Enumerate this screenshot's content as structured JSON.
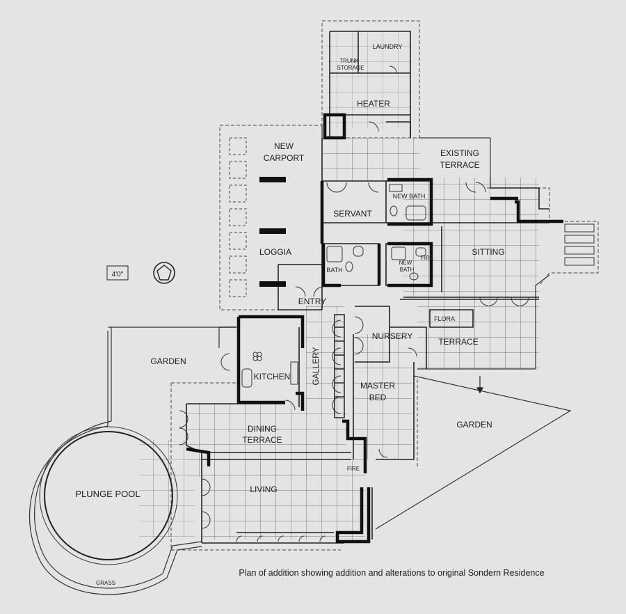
{
  "caption": "Plan of addition showing addition and alterations to original Sondern Residence",
  "scale_note": "4'0\"",
  "rooms": {
    "laundry": "LAUNDRY",
    "trunk_storage_1": "TRUNK",
    "trunk_storage_2": "STORAGE",
    "heater": "HEATER",
    "new_carport_1": "NEW",
    "new_carport_2": "CARPORT",
    "existing_terrace_1": "EXISTING",
    "existing_terrace_2": "TERRACE",
    "new_bath_top": "NEW BATH",
    "servant": "SERVANT",
    "loggia": "LOGGIA",
    "bath": "BATH",
    "new_bath_1": "NEW",
    "new_bath_2": "BATH",
    "fire_sitting": "FIRE",
    "sitting": "SITTING",
    "entry": "ENTRY",
    "flora": "FLORA",
    "nursery": "NURSERY",
    "terrace": "TERRACE",
    "garden_left": "GARDEN",
    "kitchen": "KITCHEN",
    "gallery": "GALLERY",
    "master_bed_1": "MASTER",
    "master_bed_2": "BED",
    "garden_right": "GARDEN",
    "dining_terrace_1": "DINING",
    "dining_terrace_2": "TERRACE",
    "plunge_pool": "PLUNGE POOL",
    "living": "LIVING",
    "fire_living": "FIRE",
    "grass": "GRASS"
  }
}
